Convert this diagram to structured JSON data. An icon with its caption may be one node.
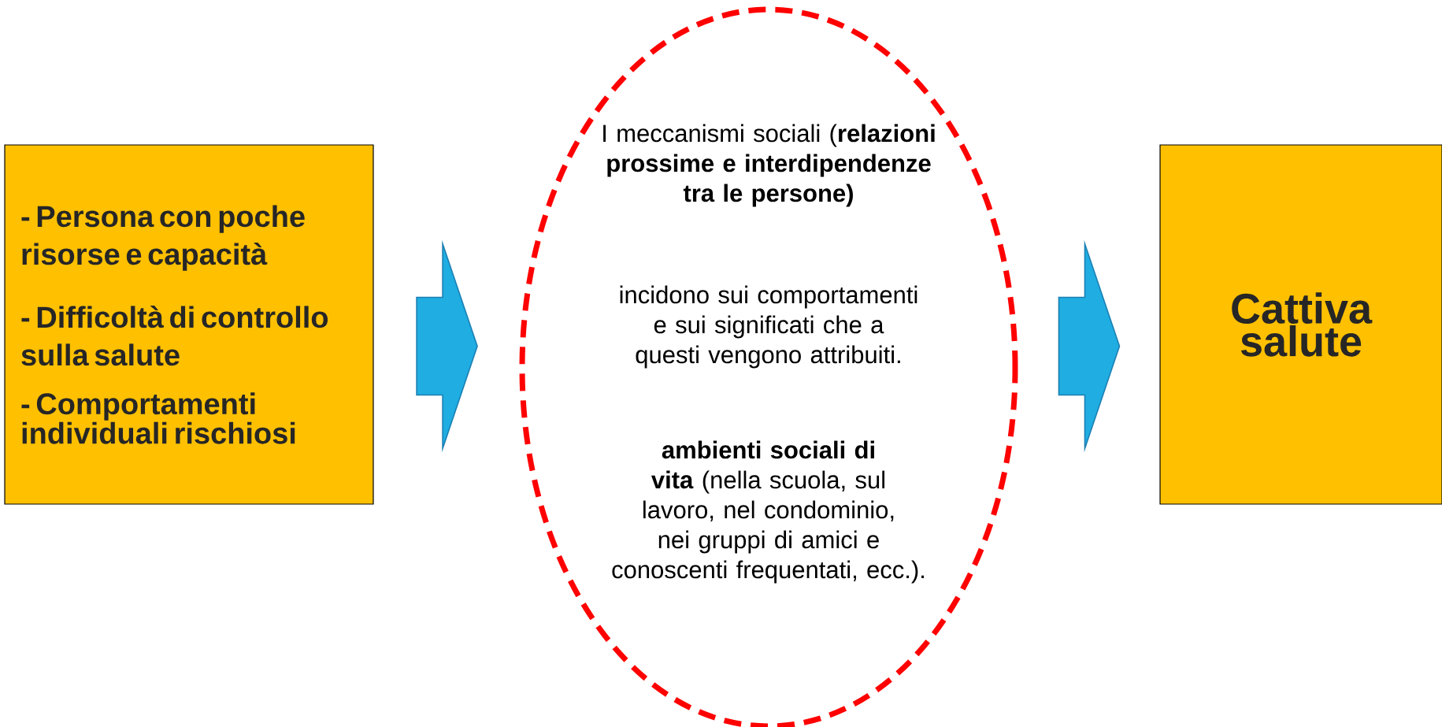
{
  "diagram": {
    "nodes": [
      {
        "text": [
          "- Persona con poche risorse e capacità",
          "- Difficoltà di controllo sulla salute",
          "- Comportamenti individuali rischiosi"
        ]
      },
      {
        "text": [
          "I meccanismi sociali (**relazioni prossime e interdipendenze tra le persone)**",
          "incidono sui comportamenti e sui significati che a questi vengono attribuiti.",
          "**ambienti sociali di vita** (nella scuola, sul lavoro, nel condominio, nei gruppi di amici e conoscenti frequentati, ecc.)."
        ]
      },
      {
        "text": [
          "Cattiva salute"
        ]
      }
    ],
    "edges": [
      {
        "from": 0,
        "to": 1,
        "arrow": "to"
      },
      {
        "from": 1,
        "to": 2,
        "arrow": "to"
      }
    ]
  }
}
